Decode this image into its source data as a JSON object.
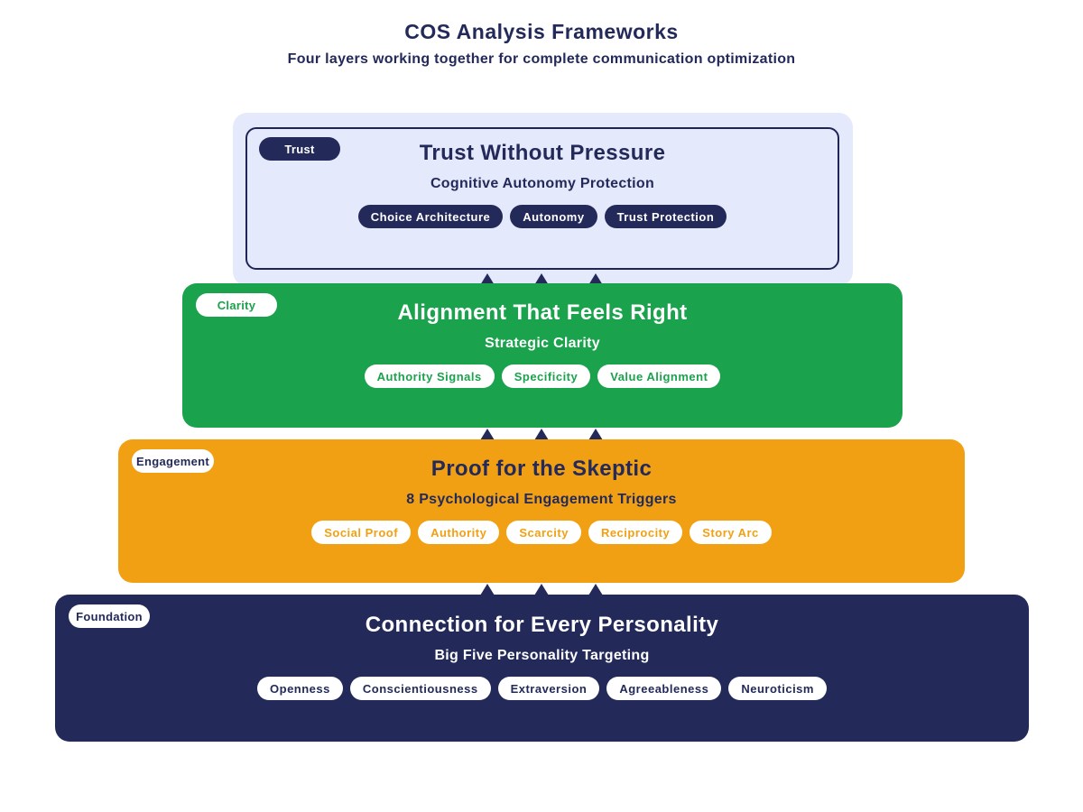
{
  "header": {
    "title": "COS Analysis Frameworks",
    "subtitle": "Four layers working together for complete communication optimization"
  },
  "colors": {
    "navy": "#232a5a",
    "green": "#1aa24c",
    "orange": "#f2a013",
    "lavender": "#e5e9fc",
    "white": "#ffffff"
  },
  "layers": [
    {
      "badge": "Trust",
      "title": "Trust Without Pressure",
      "subtitle": "Cognitive Autonomy Protection",
      "tags": [
        "Choice Architecture",
        "Autonomy",
        "Trust Protection"
      ]
    },
    {
      "badge": "Clarity",
      "title": "Alignment That Feels Right",
      "subtitle": "Strategic Clarity",
      "tags": [
        "Authority Signals",
        "Specificity",
        "Value Alignment"
      ]
    },
    {
      "badge": "Engagement",
      "title": "Proof for the Skeptic",
      "subtitle": "8 Psychological Engagement Triggers",
      "tags": [
        "Social Proof",
        "Authority",
        "Scarcity",
        "Reciprocity",
        "Story Arc"
      ]
    },
    {
      "badge": "Foundation",
      "title": "Connection for Every Personality",
      "subtitle": "Big Five Personality Targeting",
      "tags": [
        "Openness",
        "Conscientiousness",
        "Extraversion",
        "Agreeableness",
        "Neuroticism"
      ]
    }
  ]
}
